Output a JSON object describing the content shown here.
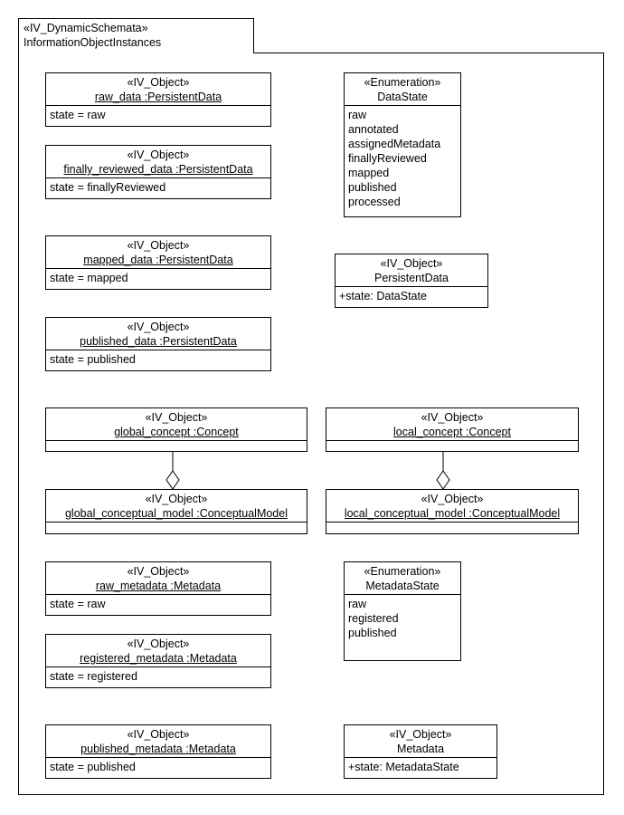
{
  "package": {
    "stereotype": "«IV_DynamicSchemata»",
    "name": "InformationObjectInstances"
  },
  "boxes": {
    "raw_data": {
      "stereotype": "«IV_Object»",
      "name": "raw_data :PersistentData",
      "attrs": [
        "state = raw"
      ]
    },
    "finally_reviewed_data": {
      "stereotype": "«IV_Object»",
      "name": "finally_reviewed_data :PersistentData",
      "attrs": [
        "state = finallyReviewed"
      ]
    },
    "mapped_data": {
      "stereotype": "«IV_Object»",
      "name": "mapped_data :PersistentData",
      "attrs": [
        "state = mapped"
      ]
    },
    "published_data": {
      "stereotype": "«IV_Object»",
      "name": "published_data :PersistentData",
      "attrs": [
        "state = published"
      ]
    },
    "data_state": {
      "stereotype": "«Enumeration»",
      "name": "DataState",
      "attrs": [
        "raw",
        "annotated",
        "assignedMetadata",
        "finallyReviewed",
        "mapped",
        "published",
        "processed"
      ]
    },
    "persistent_data": {
      "stereotype": "«IV_Object»",
      "name": "PersistentData",
      "attrs": [
        "+state: DataState"
      ]
    },
    "global_concept": {
      "stereotype": "«IV_Object»",
      "name": "global_concept :Concept",
      "attrs": []
    },
    "local_concept": {
      "stereotype": "«IV_Object»",
      "name": "local_concept :Concept",
      "attrs": []
    },
    "global_conceptual_model": {
      "stereotype": "«IV_Object»",
      "name": "global_conceptual_model :ConceptualModel",
      "attrs": []
    },
    "local_conceptual_model": {
      "stereotype": "«IV_Object»",
      "name": "local_conceptual_model :ConceptualModel",
      "attrs": []
    },
    "raw_metadata": {
      "stereotype": "«IV_Object»",
      "name": "raw_metadata :Metadata",
      "attrs": [
        "state = raw"
      ]
    },
    "registered_metadata": {
      "stereotype": "«IV_Object»",
      "name": "registered_metadata :Metadata",
      "attrs": [
        "state = registered"
      ]
    },
    "published_metadata": {
      "stereotype": "«IV_Object»",
      "name": "published_metadata :Metadata",
      "attrs": [
        "state = published"
      ]
    },
    "metadata_state": {
      "stereotype": "«Enumeration»",
      "name": "MetadataState",
      "attrs": [
        "raw",
        "registered",
        "published"
      ]
    },
    "metadata": {
      "stereotype": "«IV_Object»",
      "name": "Metadata",
      "attrs": [
        "+state: MetadataState"
      ]
    }
  }
}
